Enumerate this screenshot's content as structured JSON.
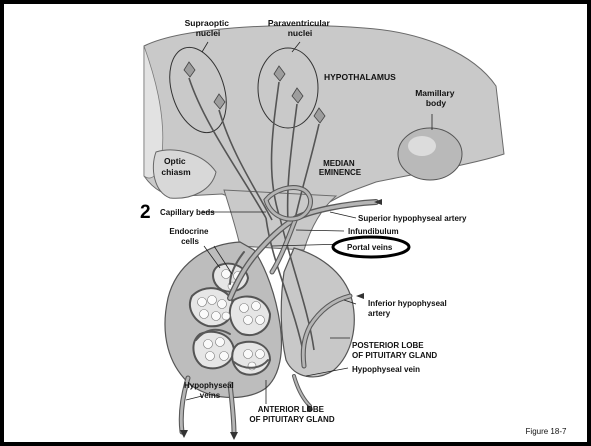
{
  "labels": {
    "supraoptic": [
      "Supraoptic",
      "nuclei"
    ],
    "paraventricular": [
      "Paraventricular",
      "nuclei"
    ],
    "hypothalamus": "HYPOTHALAMUS",
    "mamillary": [
      "Mamillary",
      "body"
    ],
    "optic_chiasm": [
      "Optic",
      "chiasm"
    ],
    "median_eminence": [
      "MEDIAN",
      "EMINENCE"
    ],
    "step_number": "2",
    "capillary_beds": "Capillary beds",
    "superior_artery": "Superior hypophyseal artery",
    "infundibulum": "Infundibulum",
    "endocrine_cells": [
      "Endocrine",
      "cells"
    ],
    "portal_veins": "Portal veins",
    "inferior_artery": [
      "Inferior hypophyseal",
      "artery"
    ],
    "posterior_lobe": [
      "POSTERIOR LOBE",
      "OF PITUITARY GLAND"
    ],
    "hypophyseal_vein": "Hypophyseal vein",
    "hypophyseal_veins": [
      "Hypophyseal",
      "veins"
    ],
    "anterior_lobe": [
      "ANTERIOR LOBE",
      "OF PITUITARY GLAND"
    ]
  },
  "figure_caption": "Figure 18-7",
  "highlight_color": "#000000"
}
